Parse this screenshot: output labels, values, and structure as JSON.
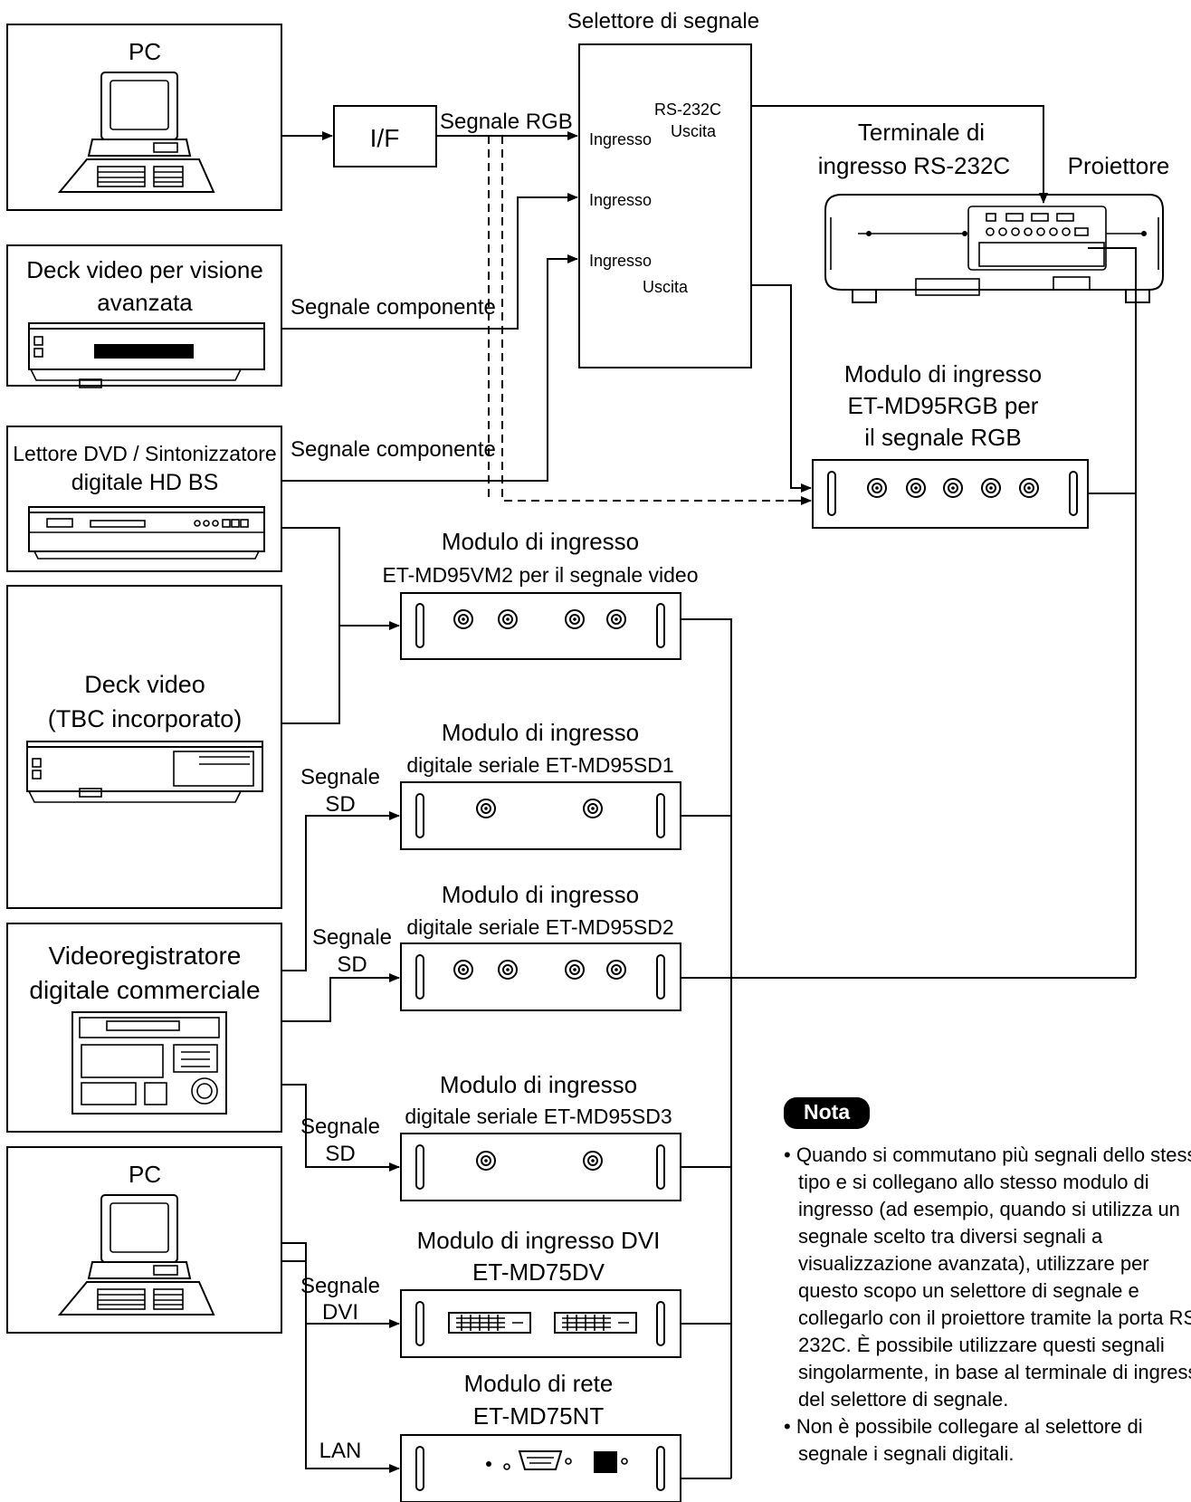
{
  "devices": {
    "pc_top": "PC",
    "deck_advanced_l1": "Deck video per visione",
    "deck_advanced_l2": "avanzata",
    "dvd_l1": "Lettore DVD / Sintonizzatore",
    "dvd_l2": "digitale HD BS",
    "deck_tbc_l1": "Deck video",
    "deck_tbc_l2": "(TBC incorporato)",
    "vtr_l1": "Videoregistratore",
    "vtr_l2": "digitale commerciale",
    "pc_bottom": "PC"
  },
  "interface_label": "I/F",
  "selector": {
    "title": "Selettore di segnale",
    "in1": "Ingresso",
    "out_rs_l1": "RS-232C",
    "out_rs_l2": "Uscita",
    "in2": "Ingresso",
    "in3": "Ingresso",
    "out": "Uscita"
  },
  "projector": {
    "rs_terminal_l1": "Terminale di",
    "rs_terminal_l2": "ingresso RS-232C",
    "name": "Proiettore"
  },
  "signals": {
    "rgb": "Segnale RGB",
    "component1": "Segnale componente",
    "component2": "Segnale componente",
    "sd1_l1": "Segnale",
    "sd1_l2": "SD",
    "sd2_l1": "Segnale",
    "sd2_l2": "SD",
    "sd3_l1": "Segnale",
    "sd3_l2": "SD",
    "dvi_l1": "Segnale",
    "dvi_l2": "DVI",
    "lan": "LAN"
  },
  "modules": {
    "rgb_l1": "Modulo di ingresso",
    "rgb_l2": "ET-MD95RGB per",
    "rgb_l3": "il segnale RGB",
    "vm2_l1": "Modulo di ingresso",
    "vm2_l2": "ET-MD95VM2 per il segnale video",
    "sd1_l1": "Modulo di ingresso",
    "sd1_l2": "digitale seriale ET-MD95SD1",
    "sd2_l1": "Modulo di ingresso",
    "sd2_l2": "digitale seriale ET-MD95SD2",
    "sd3_l1": "Modulo di ingresso",
    "sd3_l2": "digitale seriale ET-MD95SD3",
    "dvi_l1": "Modulo di ingresso DVI",
    "dvi_l2": "ET-MD75DV",
    "nt_l1": "Modulo di rete",
    "nt_l2": "ET-MD75NT"
  },
  "note": {
    "badge": "Nota",
    "item1": "Quando si commutano più segnali dello stesso tipo e si collegano allo stesso modulo di ingresso (ad esempio, quando si utilizza un segnale scelto tra diversi segnali a visualizzazione avanzata), utilizzare per questo scopo un selettore di segnale e collegarlo con il proiettore tramite la porta RS-232C. È possibile utilizzare questi segnali singolarmente, in base al terminale di ingresso del selettore di segnale.",
    "item2": "Non è possibile collegare al selettore di segnale i segnali digitali."
  }
}
